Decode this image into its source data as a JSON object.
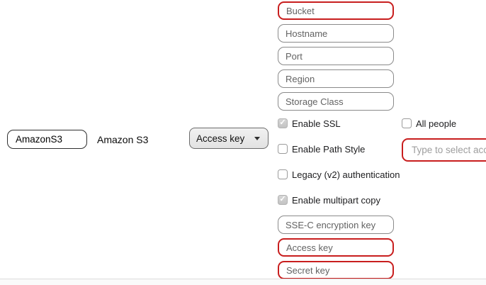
{
  "colors": {
    "invalid_red": "#c81e1e"
  },
  "profile": {
    "nickname_value": "AmazonS3",
    "protocol_label": "Amazon S3"
  },
  "auth_dropdown": {
    "selected": "Access key"
  },
  "fields_top": [
    {
      "placeholder": "Bucket",
      "invalid": true
    },
    {
      "placeholder": "Hostname",
      "invalid": false
    },
    {
      "placeholder": "Port",
      "invalid": false
    },
    {
      "placeholder": "Region",
      "invalid": false
    },
    {
      "placeholder": "Storage Class",
      "invalid": false
    }
  ],
  "checkboxes": [
    {
      "label": "Enable SSL",
      "checked": true,
      "disabled": true
    },
    {
      "label": "Enable Path Style",
      "checked": false,
      "disabled": false
    },
    {
      "label": "Legacy (v2) authentication",
      "checked": false,
      "disabled": false
    },
    {
      "label": "Enable multipart copy",
      "checked": true,
      "disabled": true
    }
  ],
  "fields_bottom": [
    {
      "placeholder": "SSE-C encryption key",
      "invalid": false
    },
    {
      "placeholder": "Access key",
      "invalid": true
    },
    {
      "placeholder": "Secret key",
      "invalid": true
    }
  ],
  "permissions": {
    "all_people_label": "All people",
    "all_people_checked": false,
    "account_field_placeholder": "Type to select acco"
  }
}
